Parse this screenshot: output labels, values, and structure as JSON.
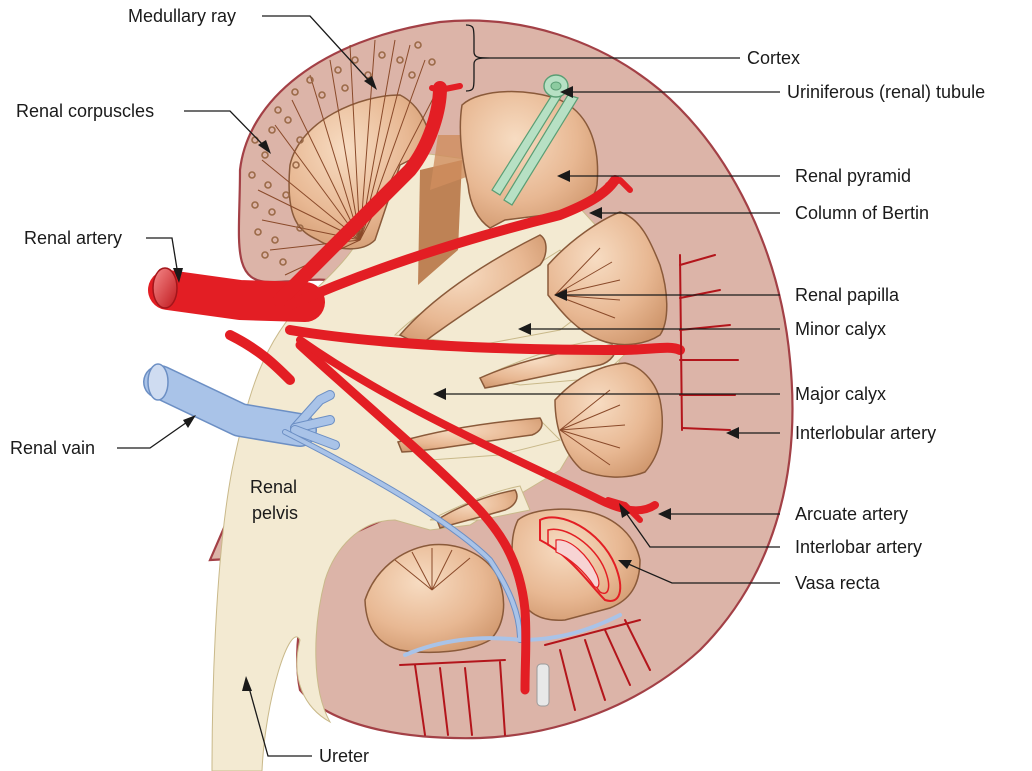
{
  "labels": {
    "medullary_ray": "Medullary ray",
    "renal_corpuscles": "Renal corpuscles",
    "renal_artery": "Renal artery",
    "renal_vain": "Renal vain",
    "renal": "Renal",
    "pelvis": "pelvis",
    "ureter": "Ureter",
    "cortex": "Cortex",
    "uriniferous_tubule": "Uriniferous (renal) tubule",
    "renal_pyramid": "Renal pyramid",
    "column_of_bertin": "Column of Bertin",
    "renal_papilla": "Renal papilla",
    "minor_calyx": "Minor calyx",
    "major_calyx": "Major calyx",
    "interlobular_artery": "Interlobular artery",
    "arcuate_artery": "Arcuate artery",
    "interlobar_artery": "Interlobar artery",
    "vasa_recta": "Vasa recta"
  },
  "colors": {
    "cortex": "#dcb4a8",
    "pelvis": "#f3ead2",
    "pyramid": "#e6b58f",
    "artery": "#e31e24",
    "vein": "#a9c3e8",
    "tubule": "#b7e0c4"
  }
}
